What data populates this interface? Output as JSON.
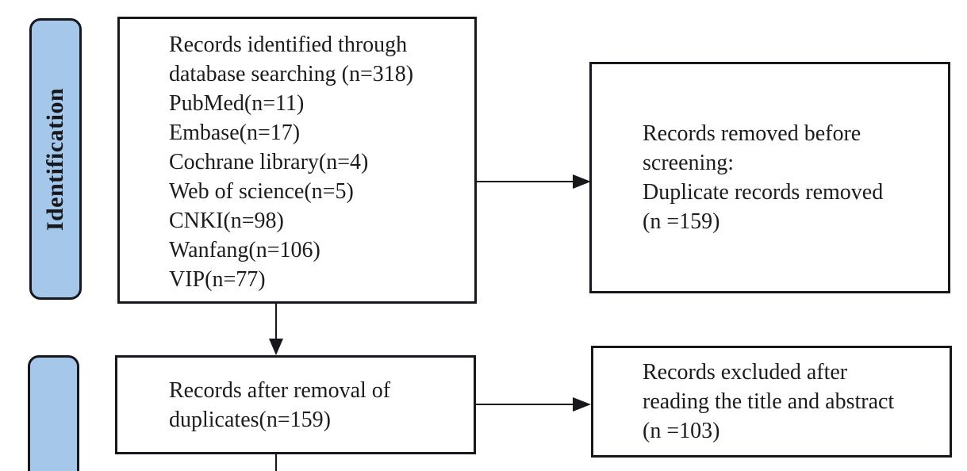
{
  "sidebar": {
    "identification_label": "Identification"
  },
  "flow": {
    "identified": {
      "lines": [
        "Records identified through",
        "database searching (n=318)",
        "PubMed(n=11)",
        "Embase(n=17)",
        "Cochrane library(n=4)",
        "Web of science(n=5)",
        "CNKI(n=98)",
        "Wanfang(n=106)",
        "VIP(n=77)"
      ]
    },
    "removed": {
      "lines": [
        "Records removed before",
        "screening:",
        "Duplicate records removed",
        "(n =159)"
      ]
    },
    "duplicates": {
      "lines": [
        "Records after removal of",
        "duplicates(n=159)"
      ]
    },
    "excluded": {
      "lines": [
        "Records excluded after",
        "reading the title and abstract",
        "(n =103)"
      ]
    }
  },
  "colors": {
    "stage_fill": "#a4c7ea",
    "line": "#16181d",
    "text": "#1c1c1c",
    "background": "#ffffff"
  }
}
